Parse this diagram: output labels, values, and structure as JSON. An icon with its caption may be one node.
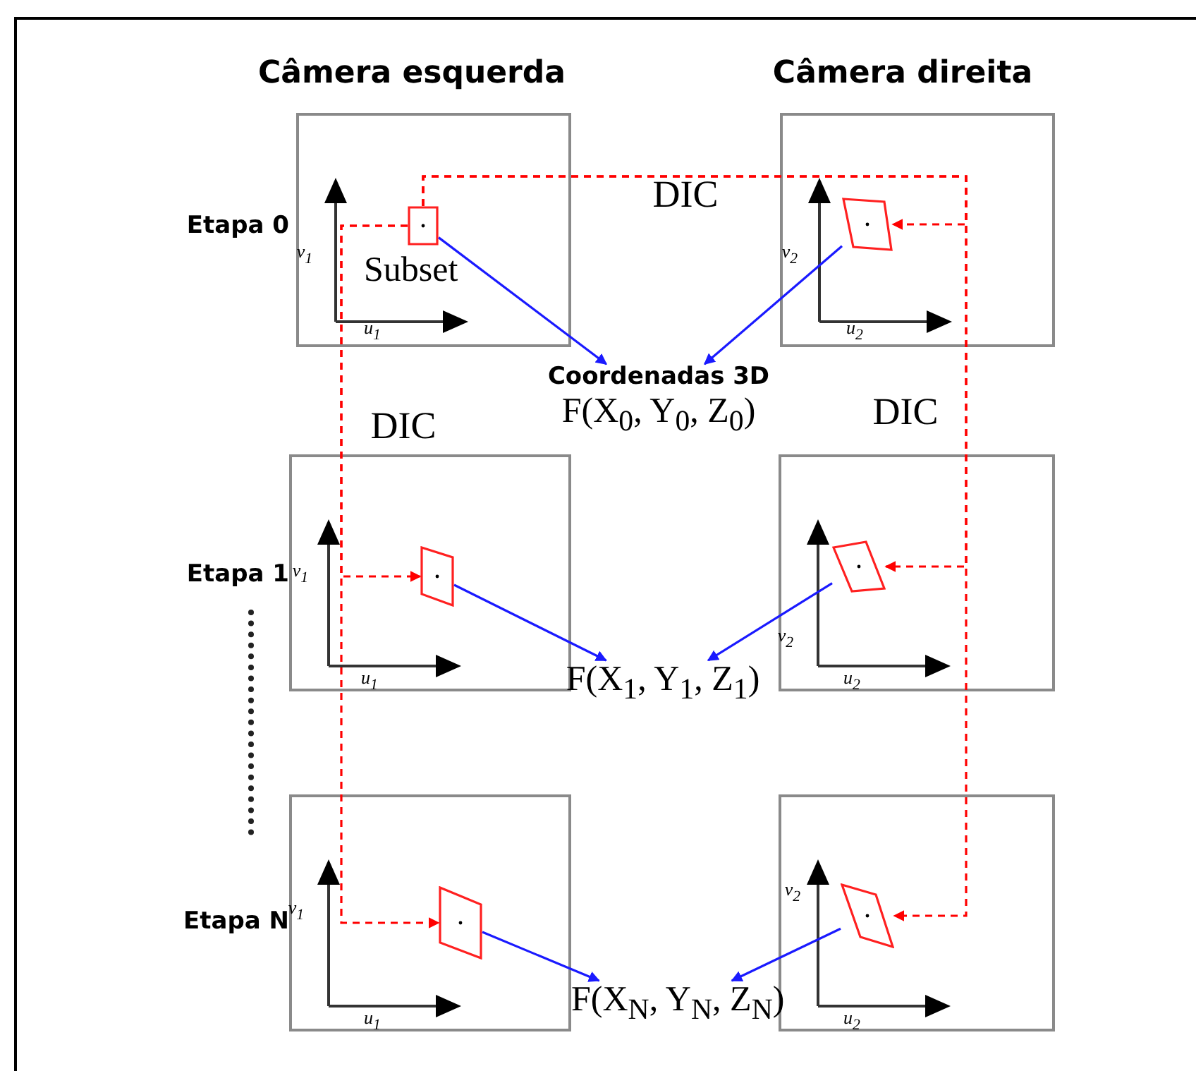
{
  "diagram": {
    "nodes": [
      {
        "text": [],
        "shape": "box"
      },
      {
        "text": [],
        "shape": "box",
        "in": 0,
        "beside": [
          "Subset"
        ]
      },
      {
        "text": [],
        "shape": "box"
      },
      {
        "text": [],
        "shape": "box",
        "in": 2
      },
      {
        "text": [
          "Coordenadas 3D",
          "F(X$_{0}$, Y$_{0}$, Z$_{0}$)"
        ]
      },
      {
        "text": [],
        "shape": "box"
      },
      {
        "text": [],
        "shape": "box",
        "in": 5
      },
      {
        "text": [],
        "shape": "box"
      },
      {
        "text": [],
        "shape": "box",
        "in": 7
      },
      {
        "text": [
          "F(X$_{1}$, Y$_{1}$, Z$_{1}$)"
        ]
      },
      {
        "text": [],
        "shape": "box"
      },
      {
        "text": [],
        "shape": "box",
        "in": 10
      },
      {
        "text": [],
        "shape": "box"
      },
      {
        "text": [],
        "shape": "box",
        "in": 12
      },
      {
        "text": [
          "F(X$_{N}$, Y$_{N}$, Z$_{N}$)"
        ]
      }
    ],
    "edges": [
      {
        "from": 1,
        "to": 4,
        "arrow": "to"
      },
      {
        "from": 3,
        "to": 4,
        "arrow": "to"
      },
      {
        "from": 6,
        "to": 9,
        "arrow": "to"
      },
      {
        "from": 8,
        "to": 9,
        "arrow": "to"
      },
      {
        "from": 11,
        "to": 14,
        "arrow": "to"
      },
      {
        "from": 13,
        "to": 14,
        "arrow": "to"
      },
      {
        "from": 1,
        "to": 3,
        "arrow": "to",
        "style": "dashed",
        "color": "#ff0000"
      },
      {
        "from": 1,
        "to": 8,
        "arrow": "to",
        "style": "dashed",
        "color": "#ff0000"
      },
      {
        "from": 1,
        "to": 13,
        "arrow": "to",
        "style": "dashed",
        "color": "#ff0000"
      },
      {
        "from": 1,
        "to": 6,
        "arrow": "to",
        "style": "dashed",
        "color": "#ff0000"
      },
      {
        "from": 1,
        "to": 11,
        "arrow": "to",
        "style": "dashed",
        "color": "#ff0000"
      }
    ],
    "labels": [
      "Câmera esquerda",
      "Câmera direita",
      "DIC",
      "Etapa 0",
      "v$_{1}$",
      "u$_{1}$",
      "v$_{2}$",
      "u$_{2}$",
      "DIC",
      "DIC",
      "Etapa 1",
      "v$_{1}$",
      "u$_{1}$",
      "v$_{2}$",
      "u$_{2}$",
      "Etapa N",
      "v$_{1}$",
      "u$_{1}$",
      "v$_{2}$",
      "u$_{2}$"
    ]
  }
}
